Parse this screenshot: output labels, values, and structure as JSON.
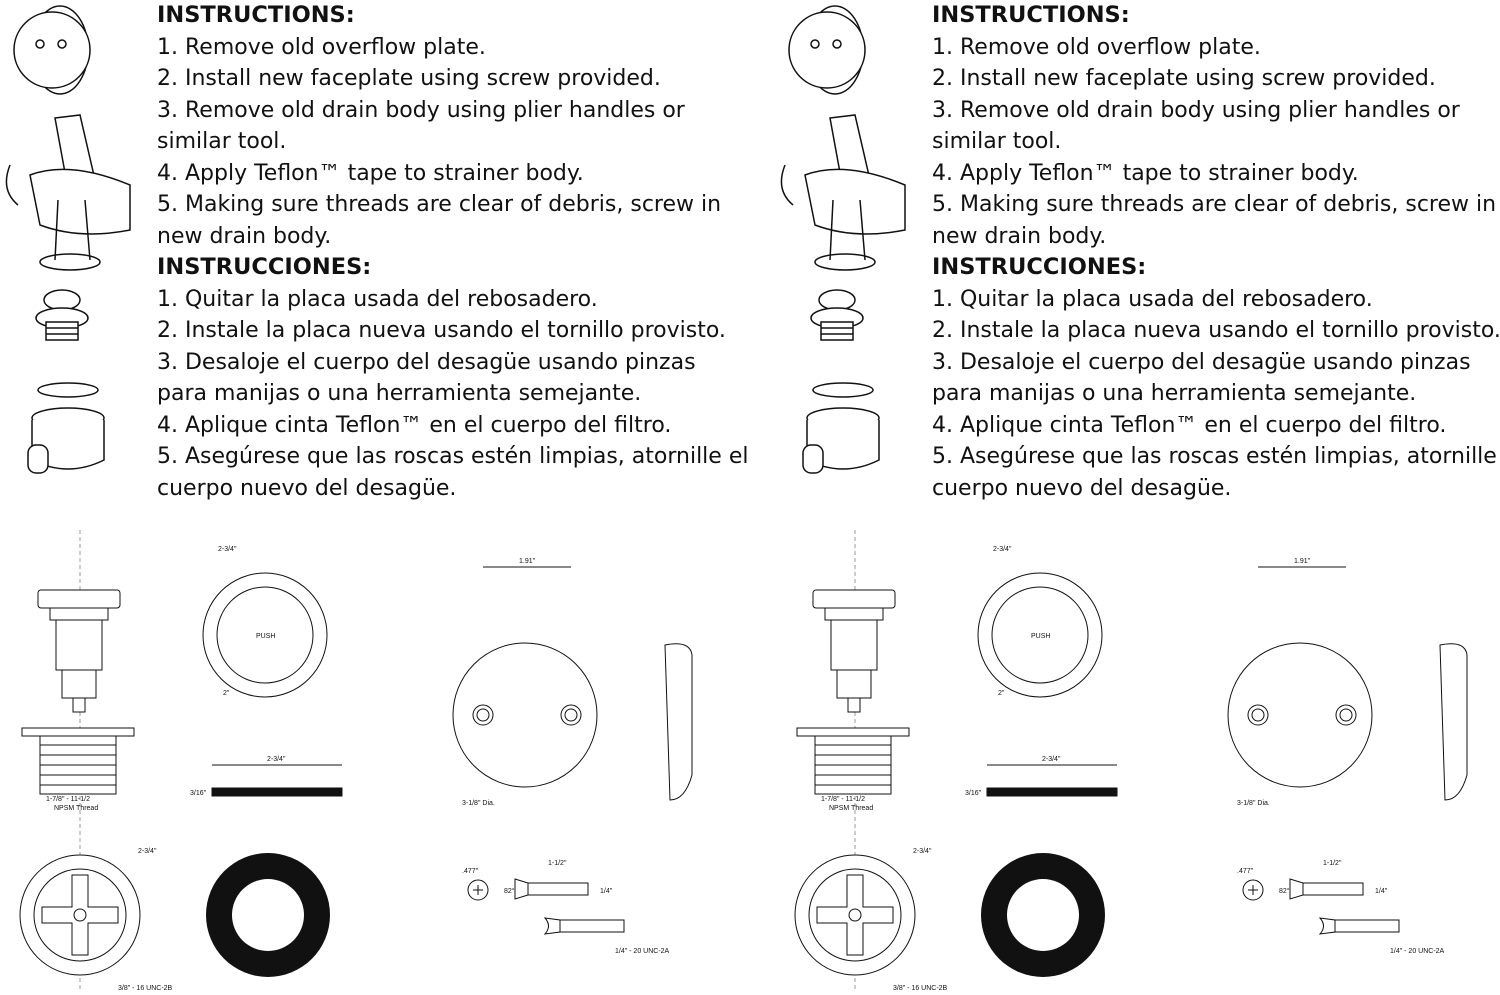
{
  "en": {
    "heading": "INSTRUCTIONS:",
    "lines": [
      "1. Remove old overflow plate.",
      "2. Install new faceplate using screw provided.",
      "3. Remove old drain body using plier handles or",
      "similar tool.",
      "4. Apply Teflon™ tape to strainer body.",
      "5. Making sure threads are clear of debris, screw in",
      "new drain body."
    ]
  },
  "es": {
    "heading": "INSTRUCCIONES:",
    "lines": [
      "1. Quitar la placa usada del rebosadero.",
      "2. Instale la placa nueva usando el tornillo provisto.",
      "3. Desaloje el cuerpo del desagüe usando pinzas",
      "para manijas o una herramienta semejante.",
      "4. Aplique cinta Teflon™ en el cuerpo del filtro.",
      "5. Asegúrese que las roscas estén limpias, atornille el",
      "cuerpo nuevo del desagüe."
    ]
  },
  "dims": {
    "cap_dia": "2-3/4\"",
    "push": "PUSH",
    "inner_dia": "2\"",
    "thread": "1-7/8\" - 11-1/2",
    "thread_type": "NPSM Thread",
    "gasket_len": "2-3/4\"",
    "gasket_thk": "3/16\"",
    "plate_spacing": "1.91\"",
    "plate_dia": "3-1/8\" Dia.",
    "flange_dia": "2-3/4\"",
    "cross_thread": "3/8\" - 16 UNC-2B",
    "screw_head": ".477\"",
    "screw_len": "1-1/2\"",
    "screw_angle": "82°",
    "screw_dia": "1/4\"",
    "screw_thread": "1/4\" - 20 UNC-2A"
  }
}
